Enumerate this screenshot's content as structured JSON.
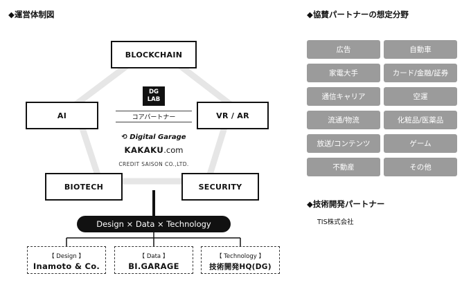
{
  "left_title": "◆運営体制図",
  "nodes": {
    "blockchain": "BLOCKCHAIN",
    "ai": "AI",
    "vr_ar": "VR / AR",
    "biotech": "BIOTECH",
    "security": "SECURITY"
  },
  "center": {
    "logo_line1": "DG",
    "logo_line2": "LAB",
    "core_partner": "コアパートナー",
    "digital_garage": "Digital Garage",
    "kakaku_bold": "KAKAKU",
    "kakaku_suffix": ".com",
    "credit_saison": "CREDIT SAISON CO.,LTD."
  },
  "banner": "Design × Data × Technology",
  "bottom_boxes": [
    {
      "label": "【 Design 】",
      "name": "Inamoto & Co."
    },
    {
      "label": "【 Data 】",
      "name": "BI.GARAGE"
    },
    {
      "label": "【 Technology 】",
      "name": "技術開発HQ(DG)"
    }
  ],
  "right_title": "◆協賛パートナーの想定分野",
  "fields": [
    "広告",
    "自動車",
    "家電大手",
    "カード/金融/証券",
    "通信キャリア",
    "空運",
    "流通/物流",
    "化粧品/医薬品",
    "放送/コンテンツ",
    "ゲーム",
    "不動産",
    "その他"
  ],
  "tech_title": "◆技術開発パートナー",
  "tech_partner": "TIS株式会社",
  "colors": {
    "field_bg": "#9b9b9b",
    "banner_bg": "#111111",
    "pentagon": "#e6e6e6"
  }
}
